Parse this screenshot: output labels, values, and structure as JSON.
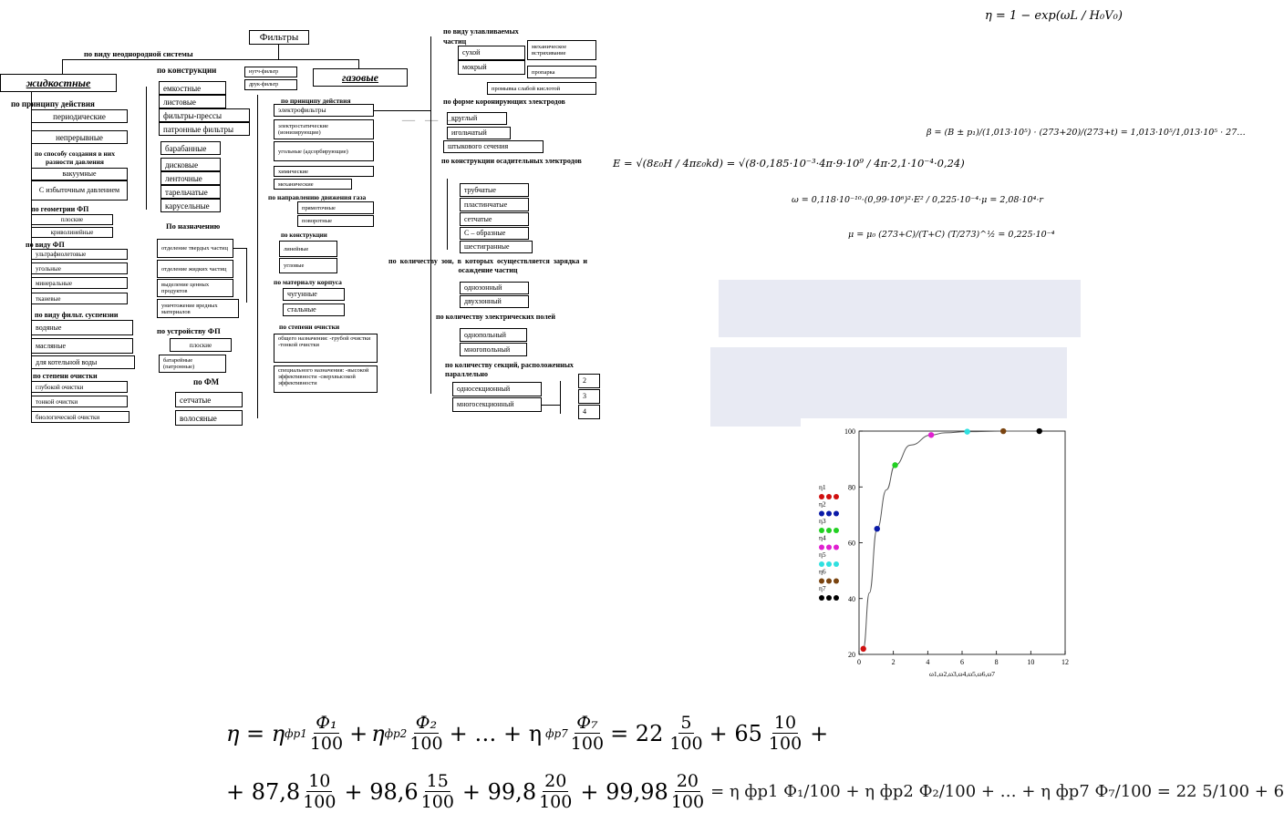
{
  "diagram": {
    "root": "Фильтры",
    "branch_heterogeneous": "по виду неоднородной системы",
    "liquid": "жидкостные",
    "gas": "газовые",
    "liquid_groups": {
      "principle": {
        "title": "по принципу действия",
        "items": [
          "периодические",
          "непрерывные"
        ]
      },
      "pressure": {
        "title": "по способу создания в них разности давления",
        "items": [
          "вакуумные",
          "С избыточным давлением"
        ]
      },
      "geometry": {
        "title": "по геометрии ФП",
        "items": [
          "плоские",
          "криволинейные"
        ]
      },
      "fp_kind": {
        "title": "по виду ФП",
        "items": [
          "ультрафиолетовые",
          "угольные",
          "минеральные",
          "тканевые"
        ]
      },
      "suspension": {
        "title": "по виду фильт. суспензии",
        "items": [
          "водяные",
          "масляные",
          "для котельной воды"
        ]
      },
      "purity": {
        "title": "по степени очистки",
        "items": [
          "глубокой очистки",
          "тонкой очистки",
          "биологической очистки"
        ]
      }
    },
    "construction": {
      "title": "по конструкции",
      "items": [
        "емкостные",
        "листовые",
        "фильтры-прессы",
        "патронные фильтры",
        "барабанные",
        "дисковые",
        "ленточные",
        "тарельчатые",
        "карусельные"
      ],
      "side": [
        "нутч-фильтр",
        "друк-фильтр"
      ]
    },
    "purpose": {
      "title": "По назначению",
      "items": [
        "отделение твердых частиц",
        "отделение жидких частиц",
        "выделение ценных продуктов",
        "уничтожение вредных материалов"
      ]
    },
    "fp_device": {
      "title": "по устройству ФП",
      "items": [
        "плоские",
        "батарейные (патронные)"
      ]
    },
    "fm": {
      "title": "по ФМ",
      "items": [
        "сетчатые",
        "волосяные"
      ]
    },
    "gas_groups": {
      "principle": {
        "title": "по принципу действия",
        "items": [
          "электрофильтры",
          "электростатические (ионизирующие)",
          "угольные (адсорбирующие)",
          "химические",
          "механические"
        ]
      },
      "flow": {
        "title": "по направлению движения газа",
        "items": [
          "прямоточные",
          "поворотные"
        ]
      },
      "construction": {
        "title": "по конструкции",
        "items": [
          "линейные",
          "угловые"
        ]
      },
      "material": {
        "title": "по материалу корпуса",
        "items": [
          "чугунные",
          "стальные"
        ]
      },
      "degree": {
        "title": "по степени очистки",
        "general": "общего назначения: -грубой очистки -тонкой очистки",
        "special": "специального назначения: -высокой эффективности -сверхвысокой эффективности"
      }
    },
    "electro": {
      "particle_title_1": "по виду улавливаемых",
      "particle_title_2": "частиц",
      "particle_items": [
        "сухой",
        "мокрый"
      ],
      "particle_sub": [
        "механическое встряхивание",
        "пропарка",
        "промывка слабой кислотой"
      ],
      "corona": {
        "title": "по форме коронирующих электродов",
        "items": [
          "круглый",
          "игольчатый",
          "штыкового сечения"
        ]
      },
      "collecting": {
        "title": "по конструкции осадительных электродов",
        "items": [
          "трубчатые",
          "пластинчатые",
          "сетчатые",
          "С – образные",
          "шестигранные"
        ]
      },
      "zones": {
        "title": "по количеству зон, в которых осуществляется зарядка и осаждение частиц",
        "items": [
          "однозонный",
          "двухзонный"
        ]
      },
      "fields": {
        "title": "по количеству электрических полей",
        "items": [
          "однопольный",
          "многопольный"
        ]
      },
      "sections": {
        "title": "по количеству секций, расположенных параллельно",
        "items": [
          "односекционный",
          "многосекционный"
        ],
        "counts": [
          "2",
          "3",
          "4"
        ]
      }
    }
  },
  "formulas": {
    "top_right": "η = 1 − exp(ωL / H₀V₀)",
    "beta": "β = (B ± p₁)/(1,013·10⁵) · (273+20)/(273+t) = 1,013·10⁵/1,013·10⁵ · 27…",
    "E": "E = √(8ε₀H / 4πε₀kd) = √(8·0,185·10⁻³·4π·9·10⁹ / 4π·2,1·10⁻⁴·0,24)",
    "omega": "ω = 0,118·10⁻¹⁰·(0,99·10⁶)²·E² / 0,225·10⁻⁴·μ = 2,08·10⁴·r",
    "mu": "μ = μ₀ (273+C)/(T+C) (T/273)^½ = 0,225·10⁻⁴",
    "eq1": {
      "lhs": "η = η",
      "sub1": "фр1",
      "sub2": "фр2",
      "sub7": "фр7",
      "phi1": "Ф₁",
      "phi2": "Ф₂",
      "phi7": "Ф₇",
      "den": "100",
      "dots": "+ … + η",
      "rhs1": "= 22",
      "n1": "5",
      "plus65": "+ 65",
      "n2": "10",
      "tail": "+"
    },
    "eq2": {
      "t1": "+ 87,8",
      "n1": "10",
      "t2": "+ 98,6",
      "n2": "15",
      "t3": "+ 99,8",
      "n3": "20",
      "t4": "+ 99,98",
      "n4": "20",
      "den": "100",
      "overlap": "= η фр1 Ф₁/100 + η фр2 Ф₂/100 + … + η фр7 Ф₇/100 = 22 5/100 + 6"
    }
  },
  "chart_data": {
    "type": "scatter",
    "xlabel": "ω1,ω2,ω3,ω4,ω5,ω6,ω7",
    "ylabel": "",
    "xlim": [
      0,
      12
    ],
    "ylim": [
      20,
      100
    ],
    "xticks": [
      0,
      2,
      4,
      6,
      8,
      10,
      12
    ],
    "yticks": [
      20,
      40,
      60,
      80,
      100
    ],
    "grid": false,
    "legend": "left",
    "series": [
      {
        "name": "η1",
        "color": "#d01010",
        "x": [
          0.25
        ],
        "y": [
          22
        ]
      },
      {
        "name": "η2",
        "color": "#0a1aa8",
        "x": [
          1.05
        ],
        "y": [
          65
        ]
      },
      {
        "name": "η3",
        "color": "#22d022",
        "x": [
          2.1
        ],
        "y": [
          87.8
        ]
      },
      {
        "name": "η4",
        "color": "#e020d0",
        "x": [
          4.2
        ],
        "y": [
          98.6
        ]
      },
      {
        "name": "η5",
        "color": "#30e0e0",
        "x": [
          6.3
        ],
        "y": [
          99.8
        ]
      },
      {
        "name": "η6",
        "color": "#7a4410",
        "x": [
          8.4
        ],
        "y": [
          99.98
        ]
      },
      {
        "name": "η7",
        "color": "#000000",
        "x": [
          10.5
        ],
        "y": [
          99.99
        ]
      }
    ],
    "curve": {
      "x": [
        0.25,
        0.6,
        1.05,
        1.6,
        2.1,
        3.0,
        4.2,
        5.0,
        6.3,
        8.4,
        10.5
      ],
      "y": [
        22,
        42,
        65,
        79,
        87.8,
        95,
        98.6,
        99.4,
        99.8,
        99.98,
        99.99
      ]
    }
  },
  "colors": {
    "panel": "#e8eaf3",
    "curve": "#555555"
  }
}
